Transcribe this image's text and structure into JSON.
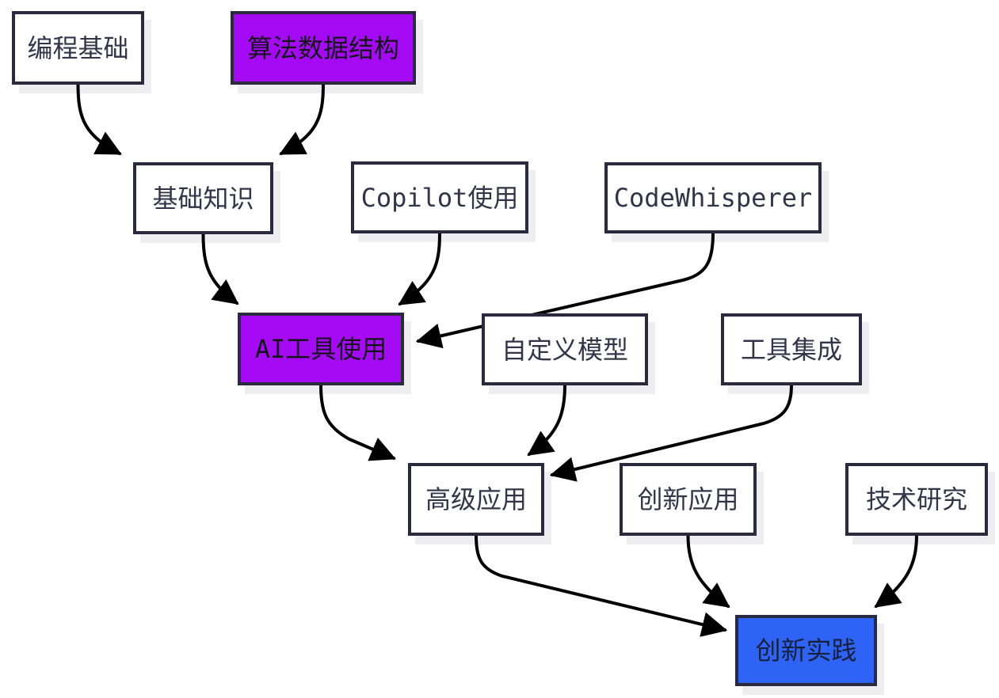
{
  "diagram": {
    "type": "flowchart",
    "direction": "top-down",
    "nodes": [
      {
        "id": "A",
        "label": "编程基础",
        "variant": "default"
      },
      {
        "id": "B",
        "label": "算法数据结构",
        "variant": "purple"
      },
      {
        "id": "C",
        "label": "基础知识",
        "variant": "default"
      },
      {
        "id": "D",
        "label": "Copilot使用",
        "variant": "default"
      },
      {
        "id": "E",
        "label": "CodeWhisperer",
        "variant": "default"
      },
      {
        "id": "F",
        "label": "AI工具使用",
        "variant": "purple"
      },
      {
        "id": "G",
        "label": "自定义模型",
        "variant": "default"
      },
      {
        "id": "H",
        "label": "工具集成",
        "variant": "default"
      },
      {
        "id": "I",
        "label": "高级应用",
        "variant": "default"
      },
      {
        "id": "J",
        "label": "创新应用",
        "variant": "default"
      },
      {
        "id": "K",
        "label": "技术研究",
        "variant": "default"
      },
      {
        "id": "L",
        "label": "创新实践",
        "variant": "blue"
      }
    ],
    "edges": [
      {
        "from": "编程基础",
        "to": "基础知识"
      },
      {
        "from": "算法数据结构",
        "to": "基础知识"
      },
      {
        "from": "基础知识",
        "to": "AI工具使用"
      },
      {
        "from": "Copilot使用",
        "to": "AI工具使用"
      },
      {
        "from": "CodeWhisperer",
        "to": "AI工具使用"
      },
      {
        "from": "AI工具使用",
        "to": "高级应用"
      },
      {
        "from": "自定义模型",
        "to": "高级应用"
      },
      {
        "from": "工具集成",
        "to": "高级应用"
      },
      {
        "from": "高级应用",
        "to": "创新实践"
      },
      {
        "from": "创新应用",
        "to": "创新实践"
      },
      {
        "from": "技术研究",
        "to": "创新实践"
      }
    ],
    "colors": {
      "background": "#ffffff",
      "node_fill": "#ffffff",
      "node_border": "#2a2a3e",
      "node_text": "#33334a",
      "highlight_purple": "#a50af5",
      "highlight_blue": "#2d64f5",
      "edge_stroke": "#000000"
    }
  }
}
